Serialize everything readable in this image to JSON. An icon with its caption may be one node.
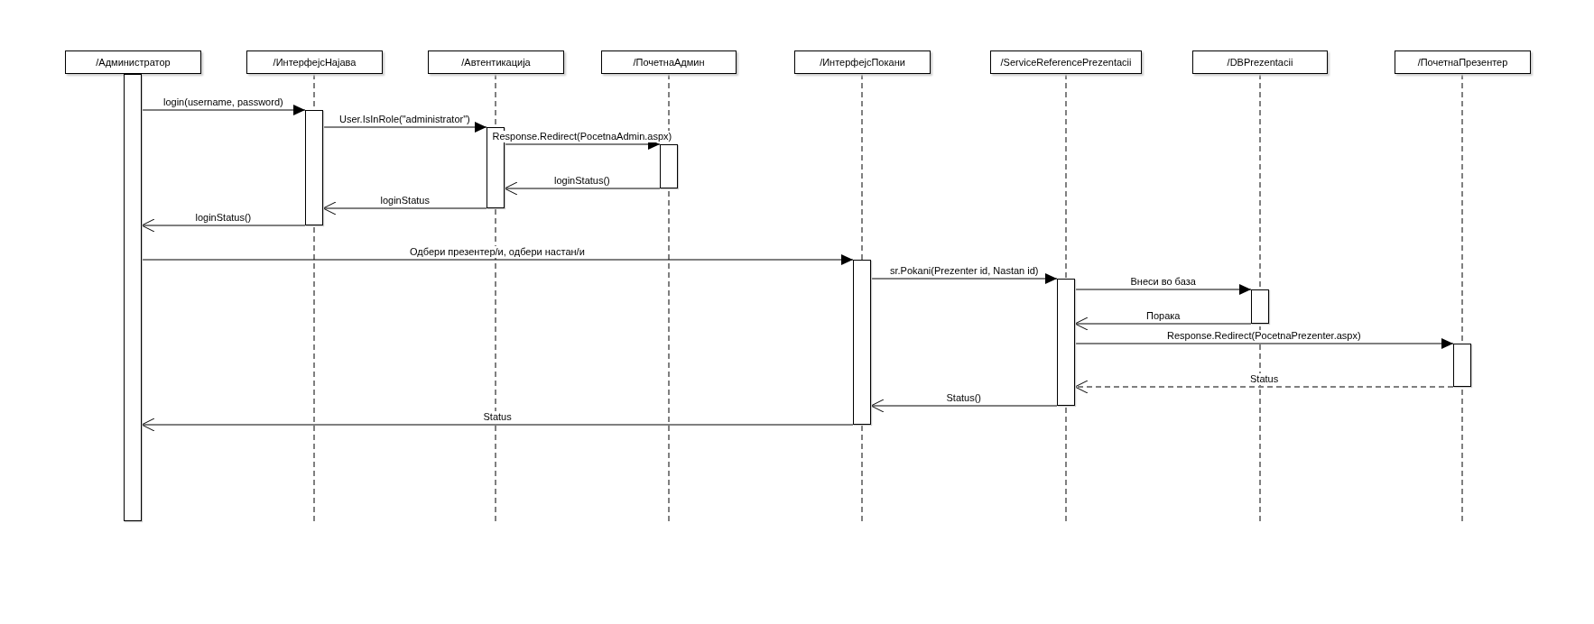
{
  "diagram": {
    "nodes": [
      {
        "text": [
          "/Администратор"
        ]
      },
      {
        "text": [
          "/ИнтерфејсНајава"
        ]
      },
      {
        "text": [
          "/Автентикација"
        ]
      },
      {
        "text": [
          "/ПочетнаАдмин"
        ]
      },
      {
        "text": [
          "/ИнтерфејсПокани"
        ]
      },
      {
        "text": [
          "/ServiceReferencePrezentacii"
        ]
      },
      {
        "text": [
          "/DBPrezentacii"
        ]
      },
      {
        "text": [
          "/ПочетнаПрезентер"
        ]
      },
      {
        "text": [],
        "shape": "bar"
      },
      {
        "text": [],
        "shape": "bar"
      },
      {
        "text": [],
        "shape": "bar"
      },
      {
        "text": [],
        "shape": "bar"
      },
      {
        "text": [],
        "shape": "bar"
      },
      {
        "text": [],
        "shape": "bar"
      },
      {
        "text": [],
        "shape": "bar"
      },
      {
        "text": [],
        "shape": "bar"
      }
    ],
    "edges": [
      {
        "from": 8,
        "to": 9,
        "arrow": "to",
        "label": "login(username, password)"
      },
      {
        "from": 9,
        "to": 10,
        "arrow": "to",
        "label": "User.IsInRole(\"administrator\")"
      },
      {
        "from": 10,
        "to": 11,
        "arrow": "to",
        "label": "Response.Redirect(PocetnaAdmin.aspx)"
      },
      {
        "from": 11,
        "to": 10,
        "arrow": "to",
        "label": "loginStatus()"
      },
      {
        "from": 10,
        "to": 9,
        "arrow": "to",
        "label": "loginStatus"
      },
      {
        "from": 9,
        "to": 8,
        "arrow": "to",
        "label": "loginStatus()"
      },
      {
        "from": 8,
        "to": 12,
        "arrow": "to",
        "label": "Одбери презентер/и, одбери настан/и"
      },
      {
        "from": 12,
        "to": 13,
        "arrow": "to",
        "label": "sr.Pokani(Prezenter id, Nastan id)"
      },
      {
        "from": 13,
        "to": 14,
        "arrow": "to",
        "label": "Внеси во база"
      },
      {
        "from": 14,
        "to": 13,
        "arrow": "to",
        "label": "Порака"
      },
      {
        "from": 13,
        "to": 15,
        "arrow": "to",
        "label": "Response.Redirect(PocetnaPrezenter.aspx)"
      },
      {
        "from": 15,
        "to": 13,
        "arrow": "to",
        "label": "Status",
        "style": "dashed"
      },
      {
        "from": 13,
        "to": 12,
        "arrow": "to",
        "label": "Status()"
      },
      {
        "from": 12,
        "to": 8,
        "arrow": "to",
        "label": "Status"
      }
    ]
  }
}
